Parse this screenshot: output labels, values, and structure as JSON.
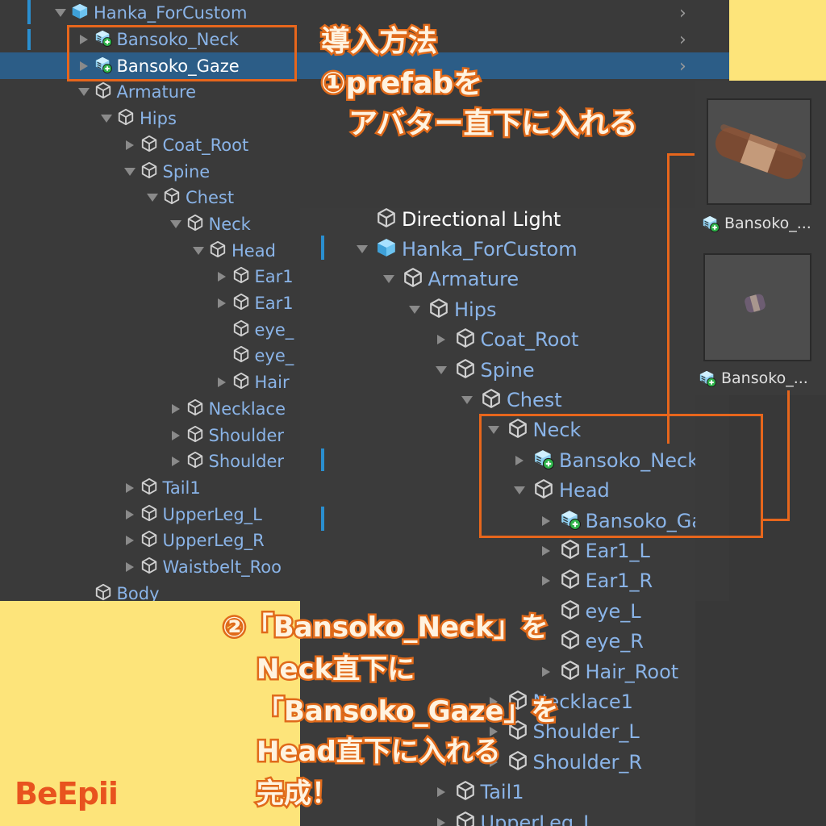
{
  "colors": {
    "accent_orange": "#e7661c",
    "background_yellow": "#fde47a",
    "label_blue": "#8ab4e8",
    "selection_blue": "#2c5d87"
  },
  "left_hierarchy": [
    {
      "label": "Hanka_ForCustom",
      "depth": 0,
      "arrow": "down",
      "icon": "prefab-icon"
    },
    {
      "label": "Bansoko_Neck",
      "depth": 1,
      "arrow": "right",
      "icon": "prefab-variant-icon"
    },
    {
      "label": "Bansoko_Gaze",
      "depth": 1,
      "arrow": "right",
      "icon": "prefab-variant-icon",
      "selected": true
    },
    {
      "label": "Armature",
      "depth": 1,
      "arrow": "down",
      "icon": "cube-icon"
    },
    {
      "label": "Hips",
      "depth": 2,
      "arrow": "down",
      "icon": "cube-icon"
    },
    {
      "label": "Coat_Root",
      "depth": 3,
      "arrow": "right",
      "icon": "cube-icon"
    },
    {
      "label": "Spine",
      "depth": 3,
      "arrow": "down",
      "icon": "cube-icon"
    },
    {
      "label": "Chest",
      "depth": 4,
      "arrow": "down",
      "icon": "cube-icon"
    },
    {
      "label": "Neck",
      "depth": 5,
      "arrow": "down",
      "icon": "cube-icon"
    },
    {
      "label": "Head",
      "depth": 6,
      "arrow": "down",
      "icon": "cube-icon"
    },
    {
      "label": "Ear1",
      "depth": 7,
      "arrow": "right",
      "icon": "cube-icon"
    },
    {
      "label": "Ear1",
      "depth": 7,
      "arrow": "right",
      "icon": "cube-icon"
    },
    {
      "label": "eye_",
      "depth": 7,
      "arrow": "none",
      "icon": "cube-icon"
    },
    {
      "label": "eye_",
      "depth": 7,
      "arrow": "none",
      "icon": "cube-icon"
    },
    {
      "label": "Hair",
      "depth": 7,
      "arrow": "right",
      "icon": "cube-icon"
    },
    {
      "label": "Necklace",
      "depth": 5,
      "arrow": "right",
      "icon": "cube-icon"
    },
    {
      "label": "Shoulder",
      "depth": 5,
      "arrow": "right",
      "icon": "cube-icon"
    },
    {
      "label": "Shoulder",
      "depth": 5,
      "arrow": "right",
      "icon": "cube-icon"
    },
    {
      "label": "Tail1",
      "depth": 3,
      "arrow": "right",
      "icon": "cube-icon"
    },
    {
      "label": "UpperLeg_L",
      "depth": 3,
      "arrow": "right",
      "icon": "cube-icon"
    },
    {
      "label": "UpperLeg_R",
      "depth": 3,
      "arrow": "right",
      "icon": "cube-icon"
    },
    {
      "label": "Waistbelt_Roo",
      "depth": 3,
      "arrow": "right",
      "icon": "cube-icon"
    },
    {
      "label": "Body",
      "depth": 1,
      "arrow": "none",
      "icon": "cube-icon"
    }
  ],
  "right_hierarchy": [
    {
      "label": "Directional Light",
      "depth": 0,
      "arrow": "none",
      "icon": "cube-icon",
      "white": true
    },
    {
      "label": "Hanka_ForCustom",
      "depth": 0,
      "arrow": "down",
      "icon": "prefab-icon"
    },
    {
      "label": "Armature",
      "depth": 1,
      "arrow": "down",
      "icon": "cube-icon"
    },
    {
      "label": "Hips",
      "depth": 2,
      "arrow": "down",
      "icon": "cube-icon"
    },
    {
      "label": "Coat_Root",
      "depth": 3,
      "arrow": "right",
      "icon": "cube-icon"
    },
    {
      "label": "Spine",
      "depth": 3,
      "arrow": "down",
      "icon": "cube-icon"
    },
    {
      "label": "Chest",
      "depth": 4,
      "arrow": "down",
      "icon": "cube-icon"
    },
    {
      "label": "Neck",
      "depth": 5,
      "arrow": "down",
      "icon": "cube-icon"
    },
    {
      "label": "Bansoko_Neck",
      "depth": 6,
      "arrow": "right",
      "icon": "prefab-variant-icon"
    },
    {
      "label": "Head",
      "depth": 6,
      "arrow": "down",
      "icon": "cube-icon"
    },
    {
      "label": "Bansoko_Gaze",
      "depth": 7,
      "arrow": "right",
      "icon": "prefab-variant-icon"
    },
    {
      "label": "Ear1_L",
      "depth": 7,
      "arrow": "right",
      "icon": "cube-icon"
    },
    {
      "label": "Ear1_R",
      "depth": 7,
      "arrow": "right",
      "icon": "cube-icon"
    },
    {
      "label": "eye_L",
      "depth": 7,
      "arrow": "none",
      "icon": "cube-icon"
    },
    {
      "label": "eye_R",
      "depth": 7,
      "arrow": "none",
      "icon": "cube-icon"
    },
    {
      "label": "Hair_Root",
      "depth": 7,
      "arrow": "right",
      "icon": "cube-icon"
    },
    {
      "label": "Necklace1",
      "depth": 5,
      "arrow": "right",
      "icon": "cube-icon"
    },
    {
      "label": "Shoulder_L",
      "depth": 5,
      "arrow": "right",
      "icon": "cube-icon"
    },
    {
      "label": "Shoulder_R",
      "depth": 5,
      "arrow": "right",
      "icon": "cube-icon"
    },
    {
      "label": "Tail1",
      "depth": 3,
      "arrow": "right",
      "icon": "cube-icon"
    },
    {
      "label": "UpperLeg_L",
      "depth": 3,
      "arrow": "right",
      "icon": "cube-icon"
    }
  ],
  "assets": [
    {
      "label": "Bansoko_...",
      "icon": "prefab-variant-icon",
      "thumbnail": "bandage-icon"
    },
    {
      "label": "Bansoko_...",
      "icon": "prefab-variant-icon",
      "thumbnail": "small-bandage-icon"
    }
  ],
  "annotations": {
    "step1": [
      "導入方法",
      "①prefabを",
      "アバター直下に入れる"
    ],
    "step2": [
      "②「Bansoko_Neck」を",
      "Neck直下に",
      "「Bansoko_Gaze」を",
      "Head直下に入れる",
      "完成！"
    ]
  },
  "brand": {
    "logo": "BeEpii"
  }
}
